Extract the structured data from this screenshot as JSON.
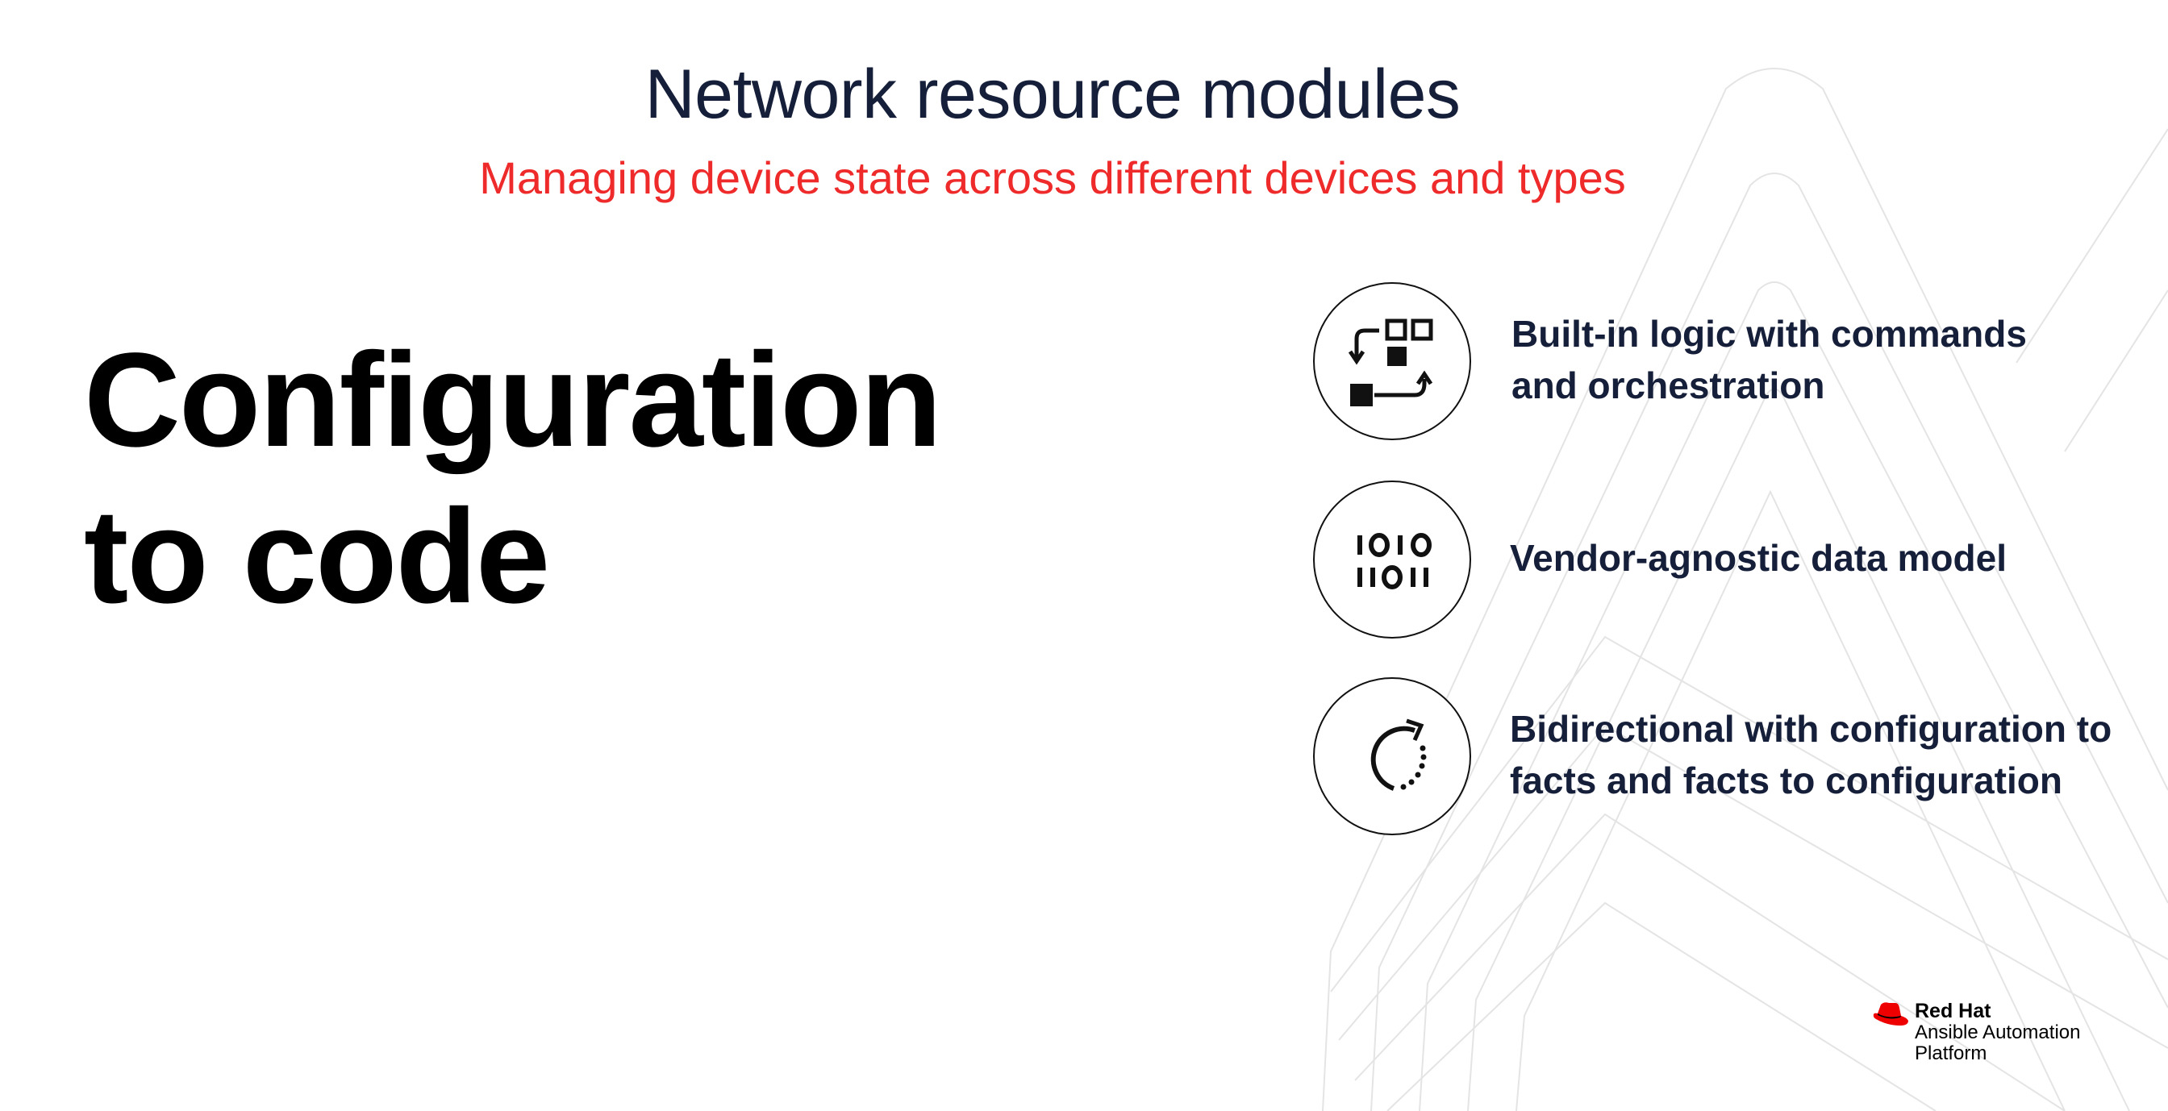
{
  "header": {
    "title": "Network resource modules",
    "subtitle": "Managing device state across different devices and types"
  },
  "headline": {
    "line1": "Configuration",
    "line2": "to code"
  },
  "features": [
    {
      "icon": "orchestration-icon",
      "line1": "Built-in logic with commands",
      "line2": "and orchestration"
    },
    {
      "icon": "binary-data-icon",
      "line1": "Vendor-agnostic data model",
      "line2": ""
    },
    {
      "icon": "refresh-cycle-icon",
      "line1": "Bidirectional with configuration to",
      "line2": "facts and facts to configuration"
    }
  ],
  "brand": {
    "name": "Red Hat",
    "product_line1": "Ansible Automation",
    "product_line2": "Platform"
  },
  "colors": {
    "accent_red": "#ee0000",
    "title_navy": "#151f3a",
    "subtitle_red": "#ee2a2a"
  }
}
